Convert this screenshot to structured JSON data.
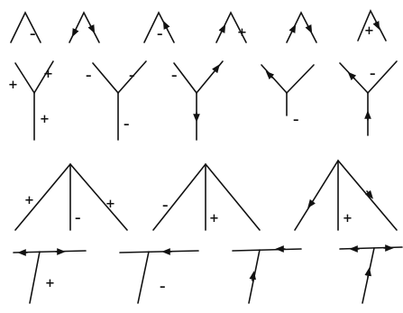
{
  "colors": {
    "ink": "#111111",
    "background": "#ffffff"
  },
  "symbols": {
    "plus": "+",
    "minus": "–"
  },
  "rows": [
    {
      "name": "arrow-junctions",
      "count": 6
    },
    {
      "name": "fork-junctions",
      "count": 5
    },
    {
      "name": "tall-arrow-junctions",
      "count": 3
    },
    {
      "name": "t-junctions",
      "count": 4
    }
  ]
}
